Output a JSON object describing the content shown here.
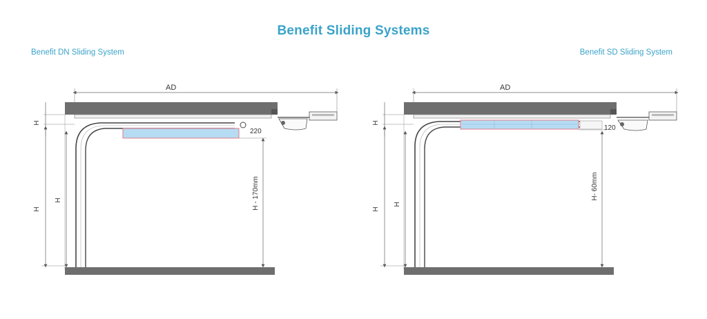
{
  "title": "Benefit Sliding Systems",
  "systems": [
    {
      "subtitle": "Benefit DN Sliding System",
      "width_label": "AD",
      "header_label": "H",
      "outer_height_label": "H",
      "inner_height_label": "H",
      "clearance_label": "220",
      "opening_label": "H - 170mm"
    },
    {
      "subtitle": "Benefit SD Sliding System",
      "width_label": "AD",
      "header_label": "H",
      "outer_height_label": "H",
      "inner_height_label": "H",
      "clearance_label": "120",
      "opening_label": "H- 60mm"
    }
  ],
  "colors": {
    "accent": "#3aa3c9",
    "wall": "#6e6e6e",
    "panel_fill": "#b5dcf3",
    "panel_stroke": "#e07a8a"
  }
}
